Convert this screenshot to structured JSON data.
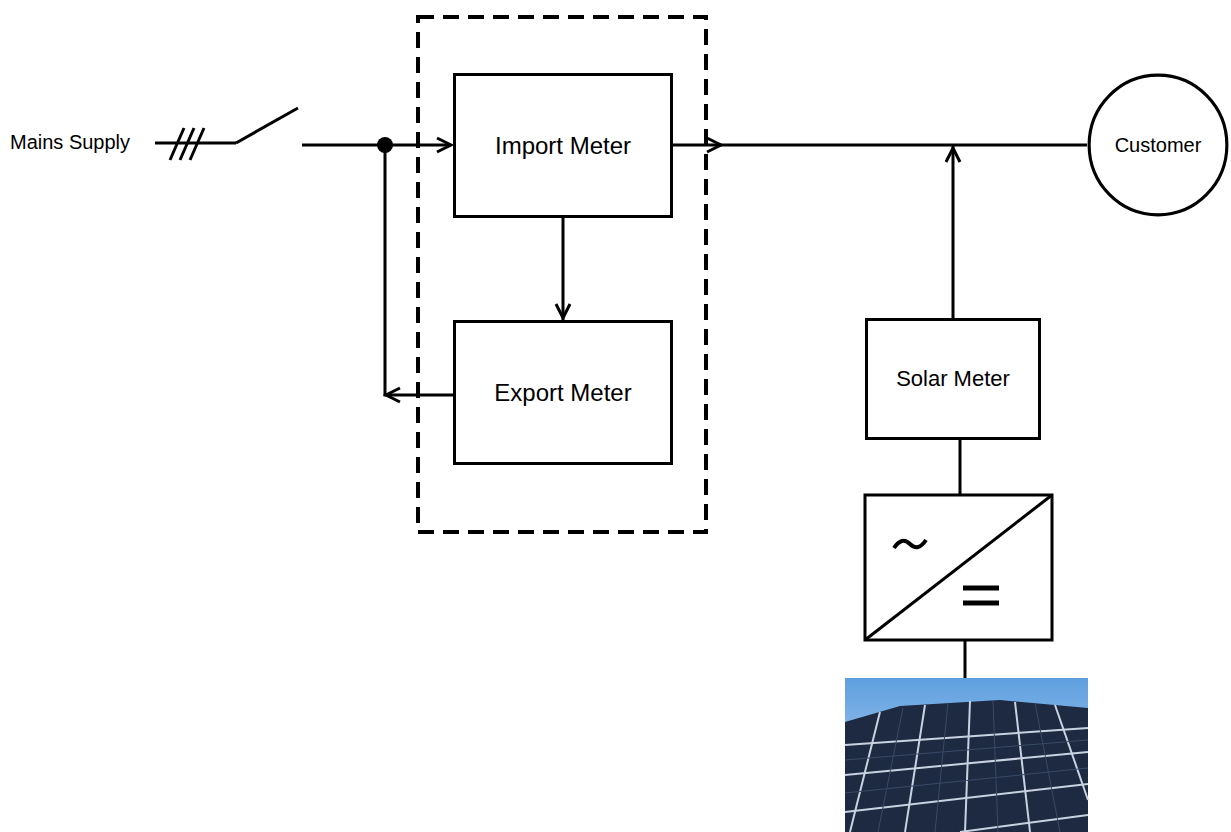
{
  "diagram": {
    "nodes": [
      {
        "text": [
          "Import Meter"
        ]
      },
      {
        "text": [
          "Export Meter"
        ]
      },
      {
        "text": [
          "Solar Meter"
        ]
      },
      {
        "text": [
          "Customer"
        ]
      }
    ],
    "edges": [
      {
        "from": 0,
        "to": 3,
        "arrow": "to"
      },
      {
        "from": 0,
        "to": 1,
        "arrow": "to"
      },
      {
        "from": 2,
        "to": 3,
        "arrow": "to"
      }
    ],
    "labels": [
      "Mains Supply"
    ]
  }
}
